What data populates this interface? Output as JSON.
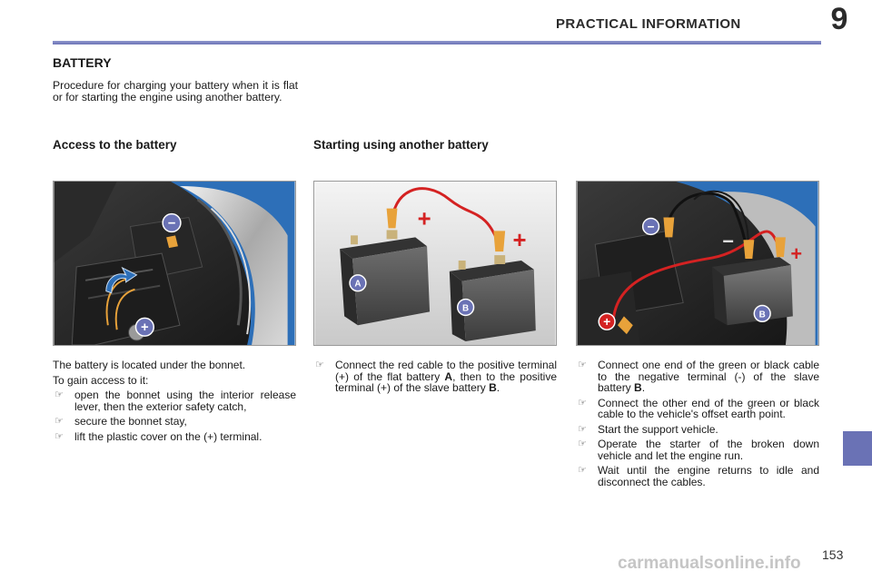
{
  "header": {
    "title": "PRACTICAL INFORMATION",
    "chapter": "9",
    "page_number": "153"
  },
  "section": {
    "title": "BATTERY",
    "intro": "Procedure for charging your battery when it is flat or for starting the engine using another battery."
  },
  "access": {
    "heading": "Access to the battery",
    "lines": [
      "The battery is located under the bonnet.",
      "To gain access to it:"
    ],
    "bullets": [
      "open the bonnet using the interior release lever, then the exterior safety catch,",
      "secure the bonnet stay,",
      "lift the plastic cover on the (+) terminal."
    ],
    "figure_labels": {
      "minus": "−",
      "plus": "+"
    }
  },
  "starting": {
    "heading": "Starting using another battery",
    "bullet_a": {
      "text_before": "Connect the red cable to the positive terminal (+) of the flat battery ",
      "letter_a": "A",
      "text_middle": ", then to the positive terminal (+) of the slave battery ",
      "letter_b": "B",
      "text_after": "."
    },
    "figure_labels": {
      "battery_a": "A",
      "battery_b": "B",
      "plus": "+"
    },
    "column2": {
      "bullet_1": {
        "text_before": "Connect one end of the green or black cable to the negative terminal (-) of the slave battery ",
        "letter_b": "B",
        "text_after": "."
      },
      "bullets": [
        "Connect the other end of the green or black cable to the vehicle's offset earth point.",
        "Start the support vehicle.",
        "Operate the starter of the broken down vehicle and let the engine run.",
        "Wait until the engine returns to idle and disconnect the cables."
      ],
      "figure_labels": {
        "minus": "−",
        "plus": "+",
        "battery_b": "B"
      }
    }
  },
  "watermark": "carmanualsonline.info",
  "colors": {
    "accent": "#6a72b5",
    "red_cable": "#d42222",
    "clamp": "#e8a23a",
    "blue_body": "#2d6fb8"
  }
}
